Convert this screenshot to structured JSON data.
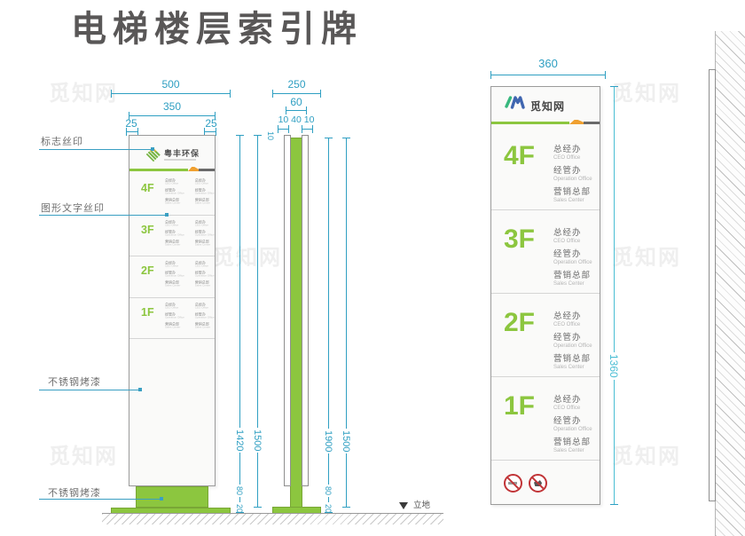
{
  "title": "电梯楼层索引牌",
  "watermark_text": "觅知网",
  "ground_marker": "立地",
  "colors": {
    "accent_teal": "#2f9fc2",
    "green": "#8cc63f",
    "orange": "#f0a030",
    "title_gray": "#595757"
  },
  "front_view": {
    "logo": {
      "name": "粤丰环保"
    },
    "dims": {
      "w_outer": "500",
      "w_face": "350",
      "m_left": "25",
      "m_right": "25",
      "h_face": "1420",
      "h_total": "1500",
      "h_base": "80",
      "h_plate": "20"
    },
    "floors": [
      {
        "label": "4F",
        "entries": [
          {
            "zh": "总经办",
            "en": "CEO Office"
          },
          {
            "zh": "经管办",
            "en": "Operation Office"
          },
          {
            "zh": "营销总部",
            "en": "Sales Center"
          }
        ]
      },
      {
        "label": "3F",
        "entries": [
          {
            "zh": "总经办",
            "en": "CEO Office"
          },
          {
            "zh": "经管办",
            "en": "Operation Office"
          },
          {
            "zh": "营销总部",
            "en": "Sales Center"
          }
        ]
      },
      {
        "label": "2F",
        "entries": [
          {
            "zh": "总经办",
            "en": "CEO Office"
          },
          {
            "zh": "经管办",
            "en": "Operation Office"
          },
          {
            "zh": "营销总部",
            "en": "Sales Center"
          }
        ]
      },
      {
        "label": "1F",
        "entries": [
          {
            "zh": "总经办",
            "en": "CEO Office"
          },
          {
            "zh": "经管办",
            "en": "Operation Office"
          },
          {
            "zh": "营销总部",
            "en": "Sales Center"
          }
        ]
      }
    ],
    "annotations": [
      {
        "label": "标志丝印"
      },
      {
        "label": "图形文字丝印"
      },
      {
        "label": "不锈钢烤漆"
      },
      {
        "label": "不锈钢烤漆"
      }
    ]
  },
  "side_view": {
    "dims": {
      "w_base": "250",
      "w_panel": "60",
      "w_parts": "10 40 10",
      "top_reveal": "10",
      "h_pole": "1900",
      "h_total": "1500",
      "h_base": "80",
      "h_plate": "20"
    }
  },
  "detail_view": {
    "brand": "觅知网",
    "dims": {
      "w": "360",
      "h": "1360"
    },
    "floors": [
      {
        "label": "4F",
        "entries": [
          {
            "zh": "总经办",
            "en": "CEO Office"
          },
          {
            "zh": "经管办",
            "en": "Operation Office"
          },
          {
            "zh": "营销总部",
            "en": "Sales Center"
          }
        ]
      },
      {
        "label": "3F",
        "entries": [
          {
            "zh": "总经办",
            "en": "CEO Office"
          },
          {
            "zh": "经管办",
            "en": "Operation Office"
          },
          {
            "zh": "营销总部",
            "en": "Sales Center"
          }
        ]
      },
      {
        "label": "2F",
        "entries": [
          {
            "zh": "总经办",
            "en": "CEO Office"
          },
          {
            "zh": "经管办",
            "en": "Operation Office"
          },
          {
            "zh": "营销总部",
            "en": "Sales Center"
          }
        ]
      },
      {
        "label": "1F",
        "entries": [
          {
            "zh": "总经办",
            "en": "CEO Office"
          },
          {
            "zh": "经管办",
            "en": "Operation Office"
          },
          {
            "zh": "营销总部",
            "en": "Sales Center"
          }
        ]
      }
    ]
  }
}
